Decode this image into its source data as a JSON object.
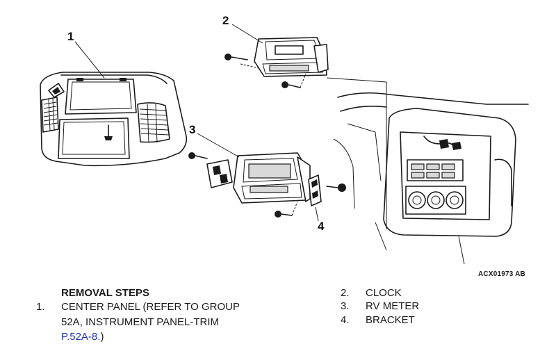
{
  "diagram": {
    "callouts": [
      "1",
      "2",
      "3",
      "4"
    ],
    "reference_code": "ACX01973 AB"
  },
  "removal_steps": {
    "heading": "REMOVAL STEPS",
    "steps": [
      {
        "number": "1.",
        "line1": "CENTER PANEL (REFER TO GROUP",
        "line2": "52A, INSTRUMENT PANEL-TRIM",
        "link": "P.52A-8.",
        "after_link": ")"
      },
      {
        "number": "2.",
        "text": "CLOCK"
      },
      {
        "number": "3.",
        "text": "RV METER"
      },
      {
        "number": "4.",
        "text": "BRACKET"
      }
    ]
  }
}
